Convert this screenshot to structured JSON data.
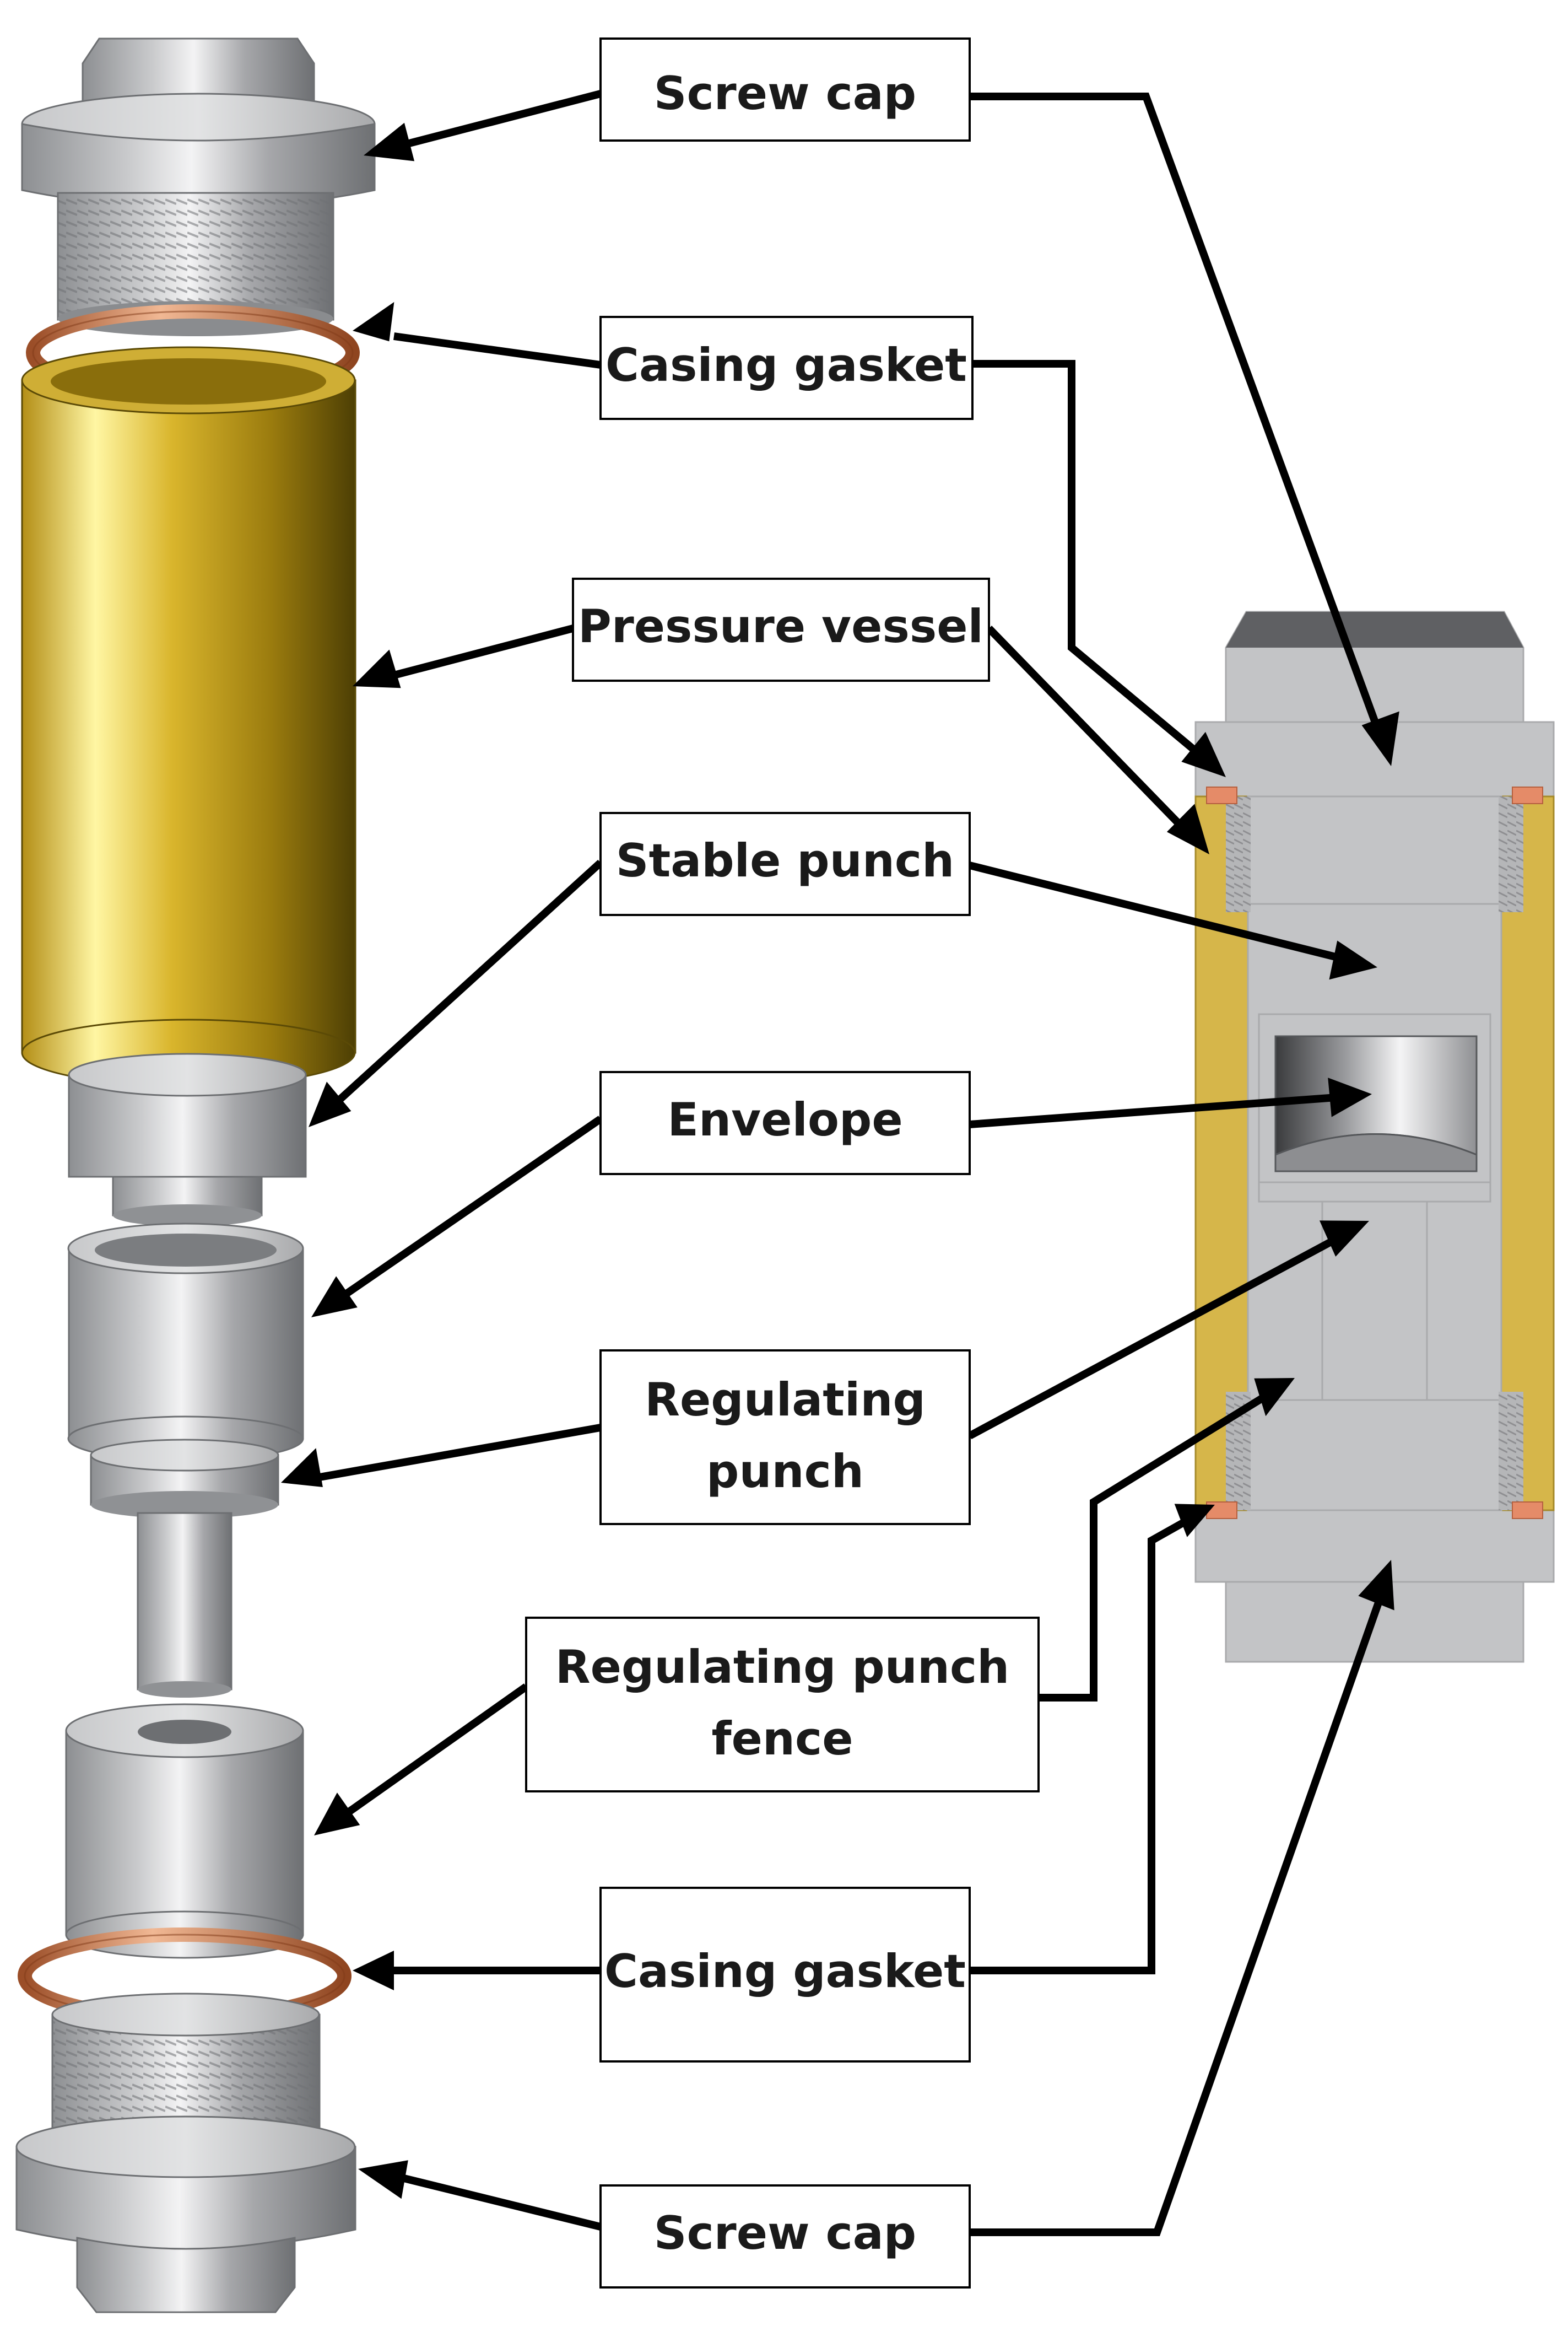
{
  "labels": {
    "screw_cap_top": "Screw cap",
    "casing_gasket_top": "Casing gasket",
    "pressure_vessel": "Pressure vessel",
    "stable_punch": "Stable punch",
    "envelope": "Envelope",
    "regulating_punch_l1": "Regulating",
    "regulating_punch_l2": "punch",
    "regulating_punch_fence_l1": "Regulating punch",
    "regulating_punch_fence_l2": "fence",
    "casing_gasket_bottom": "Casing gasket",
    "screw_cap_bottom": "Screw cap"
  },
  "colors": {
    "steel": "#b8b9bb",
    "steel_dark": "#7c7e81",
    "steel_light": "#eeeeef",
    "brass": "#d8b233",
    "brass_dark": "#6e5a08",
    "brass_light": "#fff6a3",
    "copper": "#c8774c",
    "copper_light": "#f1b894",
    "section_gray": "#c3c4c6",
    "section_line": "#a9aaac",
    "section_brass": "#d6b64a",
    "section_copper": "#e58b68",
    "arrow": "#000000"
  }
}
